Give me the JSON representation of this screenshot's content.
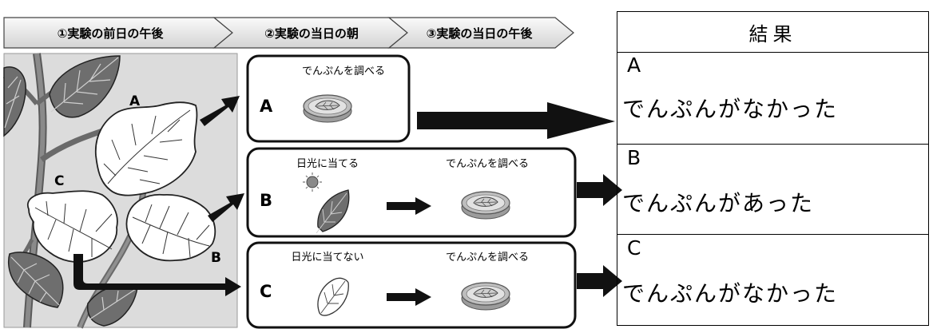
{
  "timeline": {
    "steps": [
      {
        "label": "①実験の前日の午後"
      },
      {
        "label": "②実験の当日の朝"
      },
      {
        "label": "③実験の当日の午後"
      }
    ]
  },
  "plant": {
    "leaf_labels": {
      "a": "A",
      "b": "B",
      "c": "C"
    }
  },
  "experiments": {
    "a": {
      "letter": "A",
      "caption": "でんぷんを調べる"
    },
    "b": {
      "letter": "B",
      "caption_left": "日光に当てる",
      "caption_right": "でんぷんを調べる"
    },
    "c": {
      "letter": "C",
      "caption_left": "日光に当てない",
      "caption_right": "でんぷんを調べる"
    }
  },
  "results": {
    "header": "結果",
    "rows": [
      {
        "letter": "A",
        "text": "でんぷんがなかった"
      },
      {
        "letter": "B",
        "text": "でんぷんがあった"
      },
      {
        "letter": "C",
        "text": "でんぷんがなかった"
      }
    ]
  },
  "colors": {
    "timeline_fill": "#e6e6e6",
    "plant_bg": "#dcdcdc",
    "leaf_dark": "#6e6e6e",
    "arrow": "#111111",
    "sun": "#8a8a8a"
  }
}
